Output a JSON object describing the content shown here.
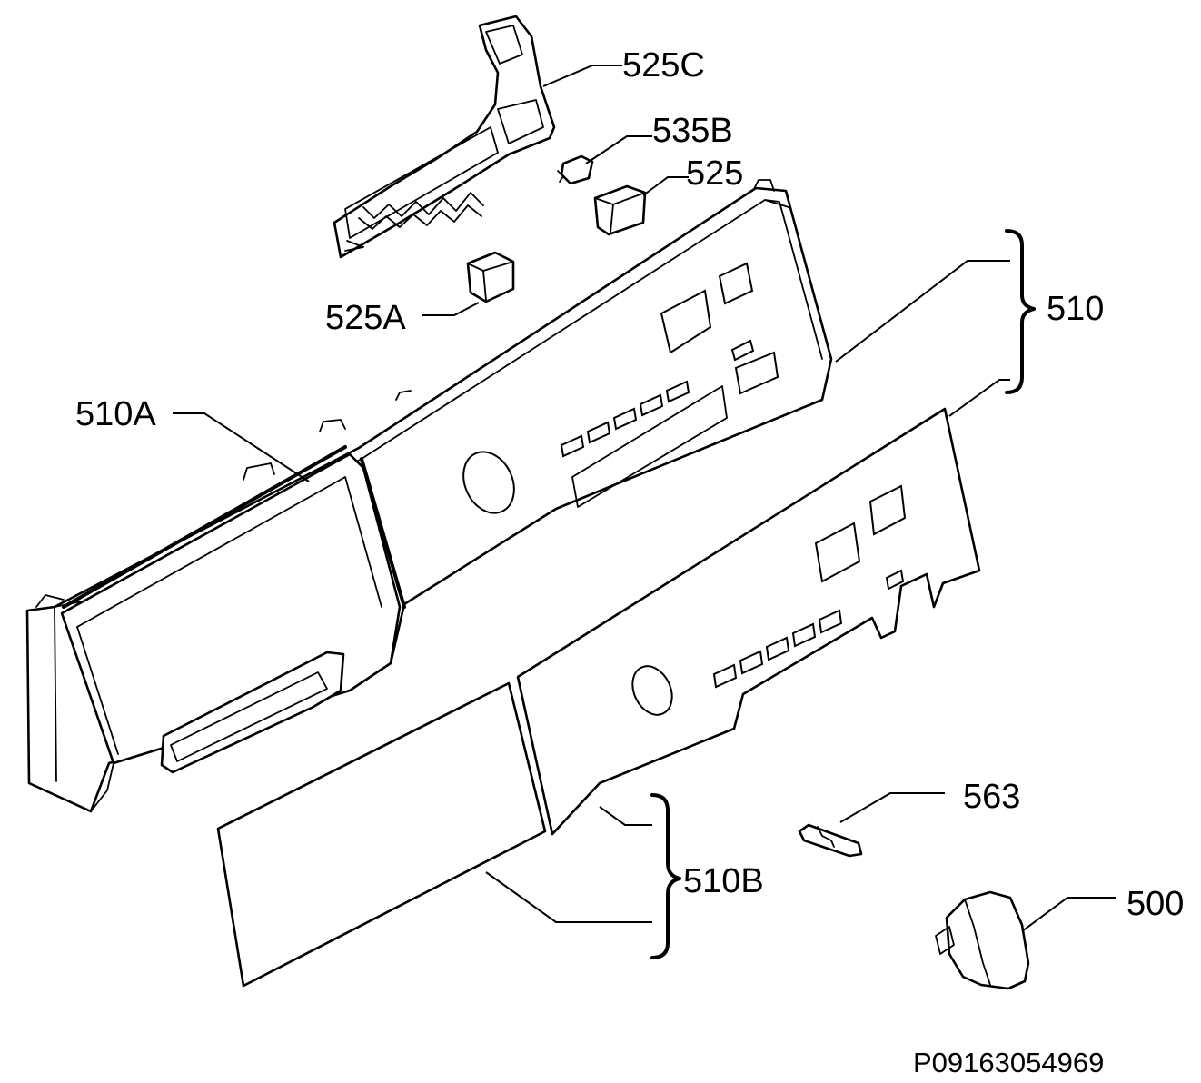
{
  "labels": {
    "p525C": "525C",
    "p535B": "535B",
    "p525": "525",
    "p525A": "525A",
    "p510": "510",
    "p510A": "510A",
    "p563": "563",
    "p510B": "510B",
    "p500": "500"
  },
  "drawing_code": "P09163054969",
  "colors": {
    "line": "#000000",
    "background": "#ffffff"
  }
}
